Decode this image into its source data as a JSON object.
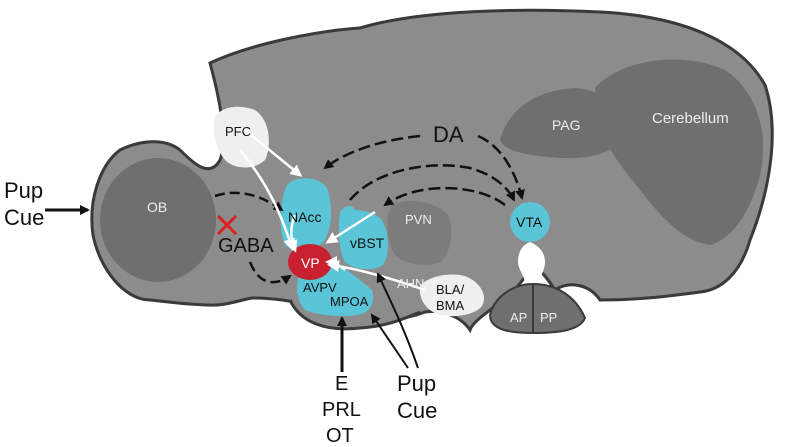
{
  "colors": {
    "brain": "#8c8c8c",
    "outline": "#3a3a3a",
    "inner_region": "#6f6f6f",
    "cyan_region": "#5bc5d8",
    "red_region": "#c8202f",
    "white_region": "#efefef",
    "arrow_dark": "#111111",
    "arrow_white": "#ffffff",
    "x_mark": "#e02020"
  },
  "labels": {
    "pup_cue_left_1": "Pup",
    "pup_cue_left_2": "Cue",
    "ob": "OB",
    "pfc": "PFC",
    "gaba": "GABA",
    "da": "DA",
    "nacc": "NAcc",
    "vp": "VP",
    "avpv": "AVPV",
    "mpoa": "MPOA",
    "vbst": "vBST",
    "pvn": "PVN",
    "ahn": "AHN",
    "bla_1": "BLA/",
    "bla_2": "BMA",
    "vta": "VTA",
    "pag": "PAG",
    "cerebellum": "Cerebellum",
    "ap": "AP",
    "pp": "PP",
    "e": "E",
    "prl": "PRL",
    "ot": "OT",
    "pup_cue_bottom_1": "Pup",
    "pup_cue_bottom_2": "Cue"
  }
}
